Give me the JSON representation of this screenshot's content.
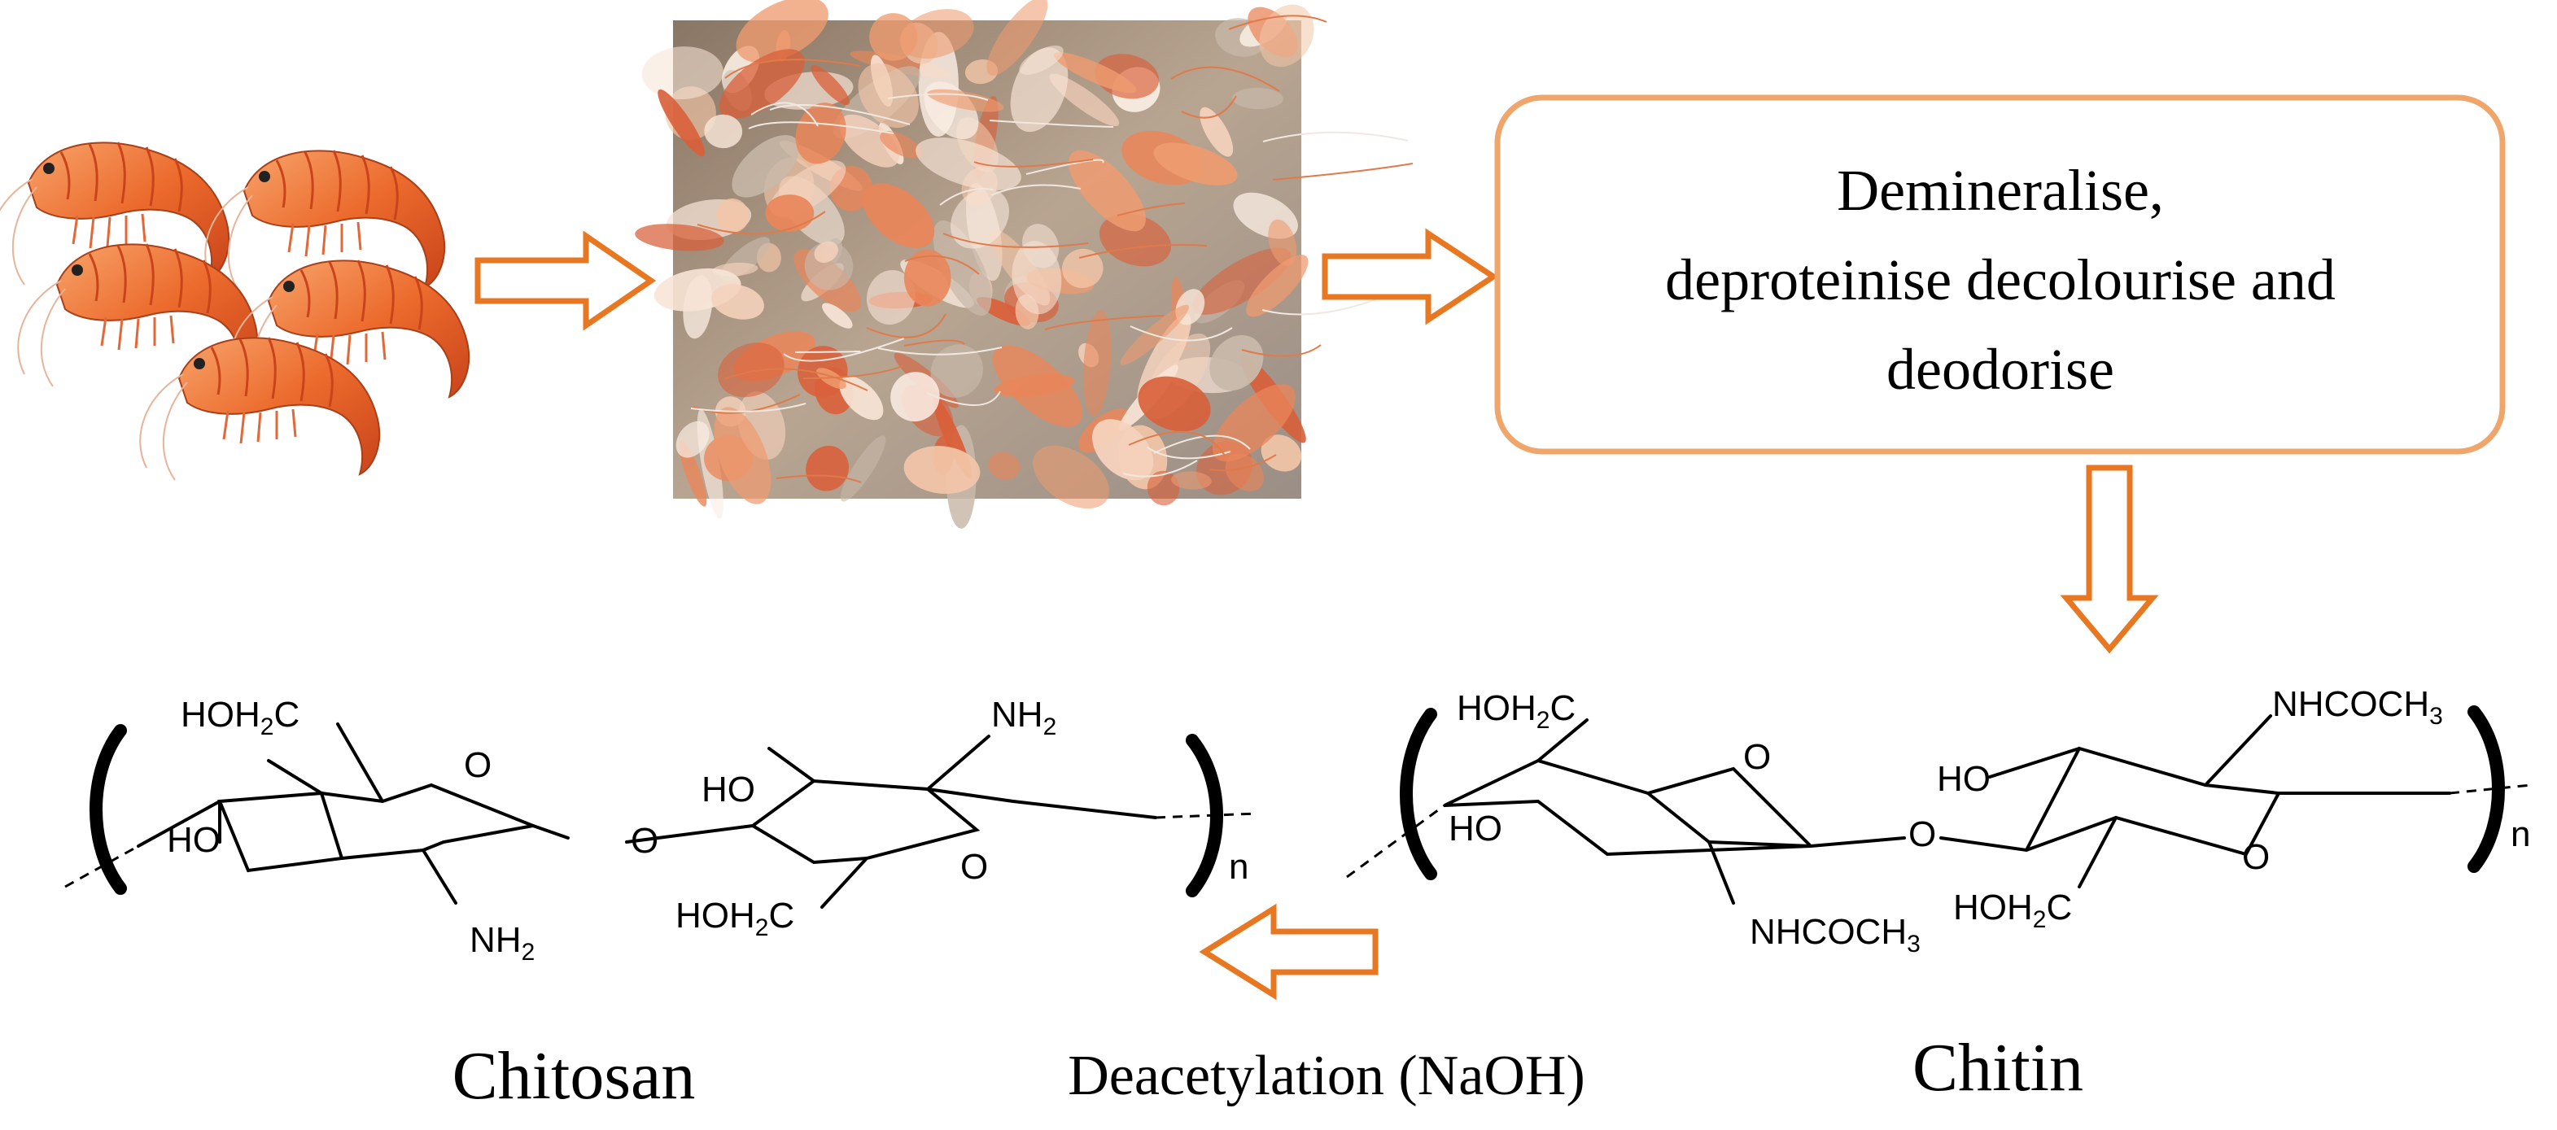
{
  "colors": {
    "accent": "#e87722",
    "arrow_fill": "#ffffff",
    "text": "#000000"
  },
  "process_box": {
    "lines": [
      "Demineralise,",
      "deproteinise decolourise and",
      "deodorise"
    ]
  },
  "labels": {
    "chitosan": "Chitosan",
    "chitin": "Chitin",
    "deacetylation": "Deacetylation (NaOH)"
  },
  "chitosan": {
    "hoh2c_top": [
      "HOH",
      "2",
      "C"
    ],
    "ho_left": "HO",
    "ring_o_1": "O",
    "nh2_bottom": [
      "NH",
      "2"
    ],
    "link_o": "O",
    "ho_mid": "HO",
    "nh2_top": [
      "NH",
      "2"
    ],
    "ring_o_2": "O",
    "hoh2c_bottom": [
      "HOH",
      "2",
      "C"
    ],
    "repeat": "n"
  },
  "chitin": {
    "hoh2c_top": [
      "HOH",
      "2",
      "C"
    ],
    "ho_left": "HO",
    "ring_o_1": "O",
    "nhcoch3_bottom": [
      "NHCOCH",
      "3"
    ],
    "link_o": "O",
    "ho_mid": "HO",
    "nhcoch3_top": [
      "NHCOCH",
      "3"
    ],
    "ring_o_2": "O",
    "hoh2c_bottom": [
      "HOH",
      "2",
      "C"
    ],
    "repeat": "n"
  },
  "images": {
    "shrimp_icon": "shrimp-icon",
    "shell_photo": "shrimp-shells-photo"
  }
}
